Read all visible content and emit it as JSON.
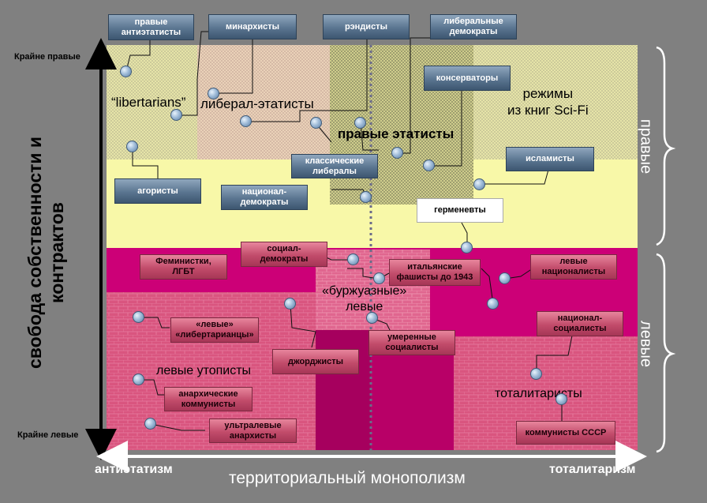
{
  "axes": {
    "y_title": "свобода собственности и контрактов",
    "y_top": "Крайне правые",
    "y_bottom": "Крайне левые",
    "x_title": "территориальный монополизм",
    "x_left": "антиэтатизм",
    "x_right": "тоталитаризм"
  },
  "sides": {
    "right": "правые",
    "left": "левые"
  },
  "region_labels": {
    "libertarians": "“libertarians”",
    "liberal_etatists": "либерал-этатисты",
    "right_etatists": "правые этатисты",
    "scifi": "режимы\nиз книг Sci-Fi",
    "bourgeois_left": "«буржуазные»\nлевые",
    "left_utopists": "левые утописты",
    "totalitarians": "тоталитаристы"
  },
  "boxes": {
    "pravye_antietatisty": "правые\nантиэтатисты",
    "minarhisty": "минархисты",
    "rendisty": "рэндисты",
    "liberalnye_demokraty": "либеральные\nдемократы",
    "konservatory": "консерваторы",
    "klassicheskie_liberaly": "классические\nлибералы",
    "islamisty": "исламисты",
    "agoristy": "агористы",
    "nacional_demokraty": "национал-\nдемократы",
    "germenevty": "герменевты",
    "social_demokraty": "социал-\nдемократы",
    "feministki": "Феминистки,\nЛГБТ",
    "italyanskie_fashisty": "итальянские\nфашисты до 1943",
    "levye_nacionalisty": "левые\nнационалисты",
    "levye_libertariancy": "«левые»\n«либертарианцы»",
    "umerennye_socialisty": "умеренные\nсоциалисты",
    "nacional_socialisty": "национал-\nсоциалисты",
    "dzhordzhisty": "джорджисты",
    "anarhicheskie_kommunisty": "анархические\nкоммунисты",
    "ultralevye_anarhisty": "ультралевые\nанархисты",
    "kommunisty_sssr": "коммунисты СССР"
  },
  "colors": {
    "background": "#808080",
    "right_zone": "#f8f8a8",
    "left_zone": "#cc0077",
    "brick": "#d9557f",
    "dark_magenta": "#a6005e"
  }
}
